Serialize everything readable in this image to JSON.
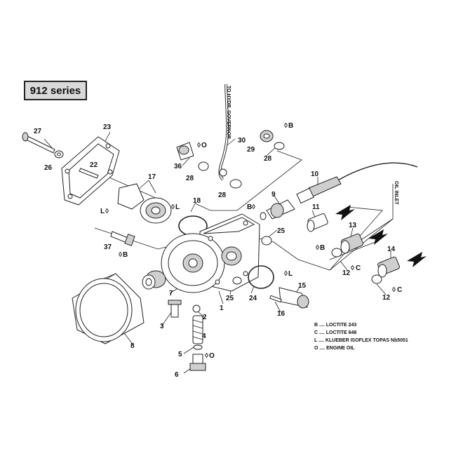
{
  "series_label": "912 series",
  "side_labels": {
    "governor": "TO HYDR. GOVERNOR",
    "oil_inlet": "OIL INLET"
  },
  "callouts": {
    "n1": "1",
    "n2": "2",
    "n3": "3",
    "n4": "4",
    "n5": "5",
    "n6": "6",
    "n7": "7",
    "n8": "8",
    "n9": "9",
    "n10": "10",
    "n11": "11",
    "n12a": "12",
    "n12b": "12",
    "n13": "13",
    "n14": "14",
    "n15": "15",
    "n16": "16",
    "n17": "17",
    "n18": "18",
    "n22": "22",
    "n23": "23",
    "n24": "24",
    "n25a": "25",
    "n25b": "25",
    "n26": "26",
    "n27": "27",
    "n28a": "28",
    "n28b": "28",
    "n28c": "28",
    "n29": "29",
    "n30": "30",
    "n36": "36",
    "n37": "37"
  },
  "symbols": {
    "s_b_29": "B",
    "s_o_36": "O",
    "s_l_17": "L",
    "s_b_9": "B",
    "s_l_22": "L",
    "s_b_37": "B",
    "s_b_11": "B",
    "s_c_13": "C",
    "s_c_14": "C",
    "s_l_15": "L",
    "s_o_5": "O"
  },
  "legend": [
    "B .... LOCTITE 243",
    "C .... LOCTITE 648",
    "L .... KLUEBER ISOFLEX TOPAS Nb5051",
    "O .... ENGINE OIL"
  ]
}
